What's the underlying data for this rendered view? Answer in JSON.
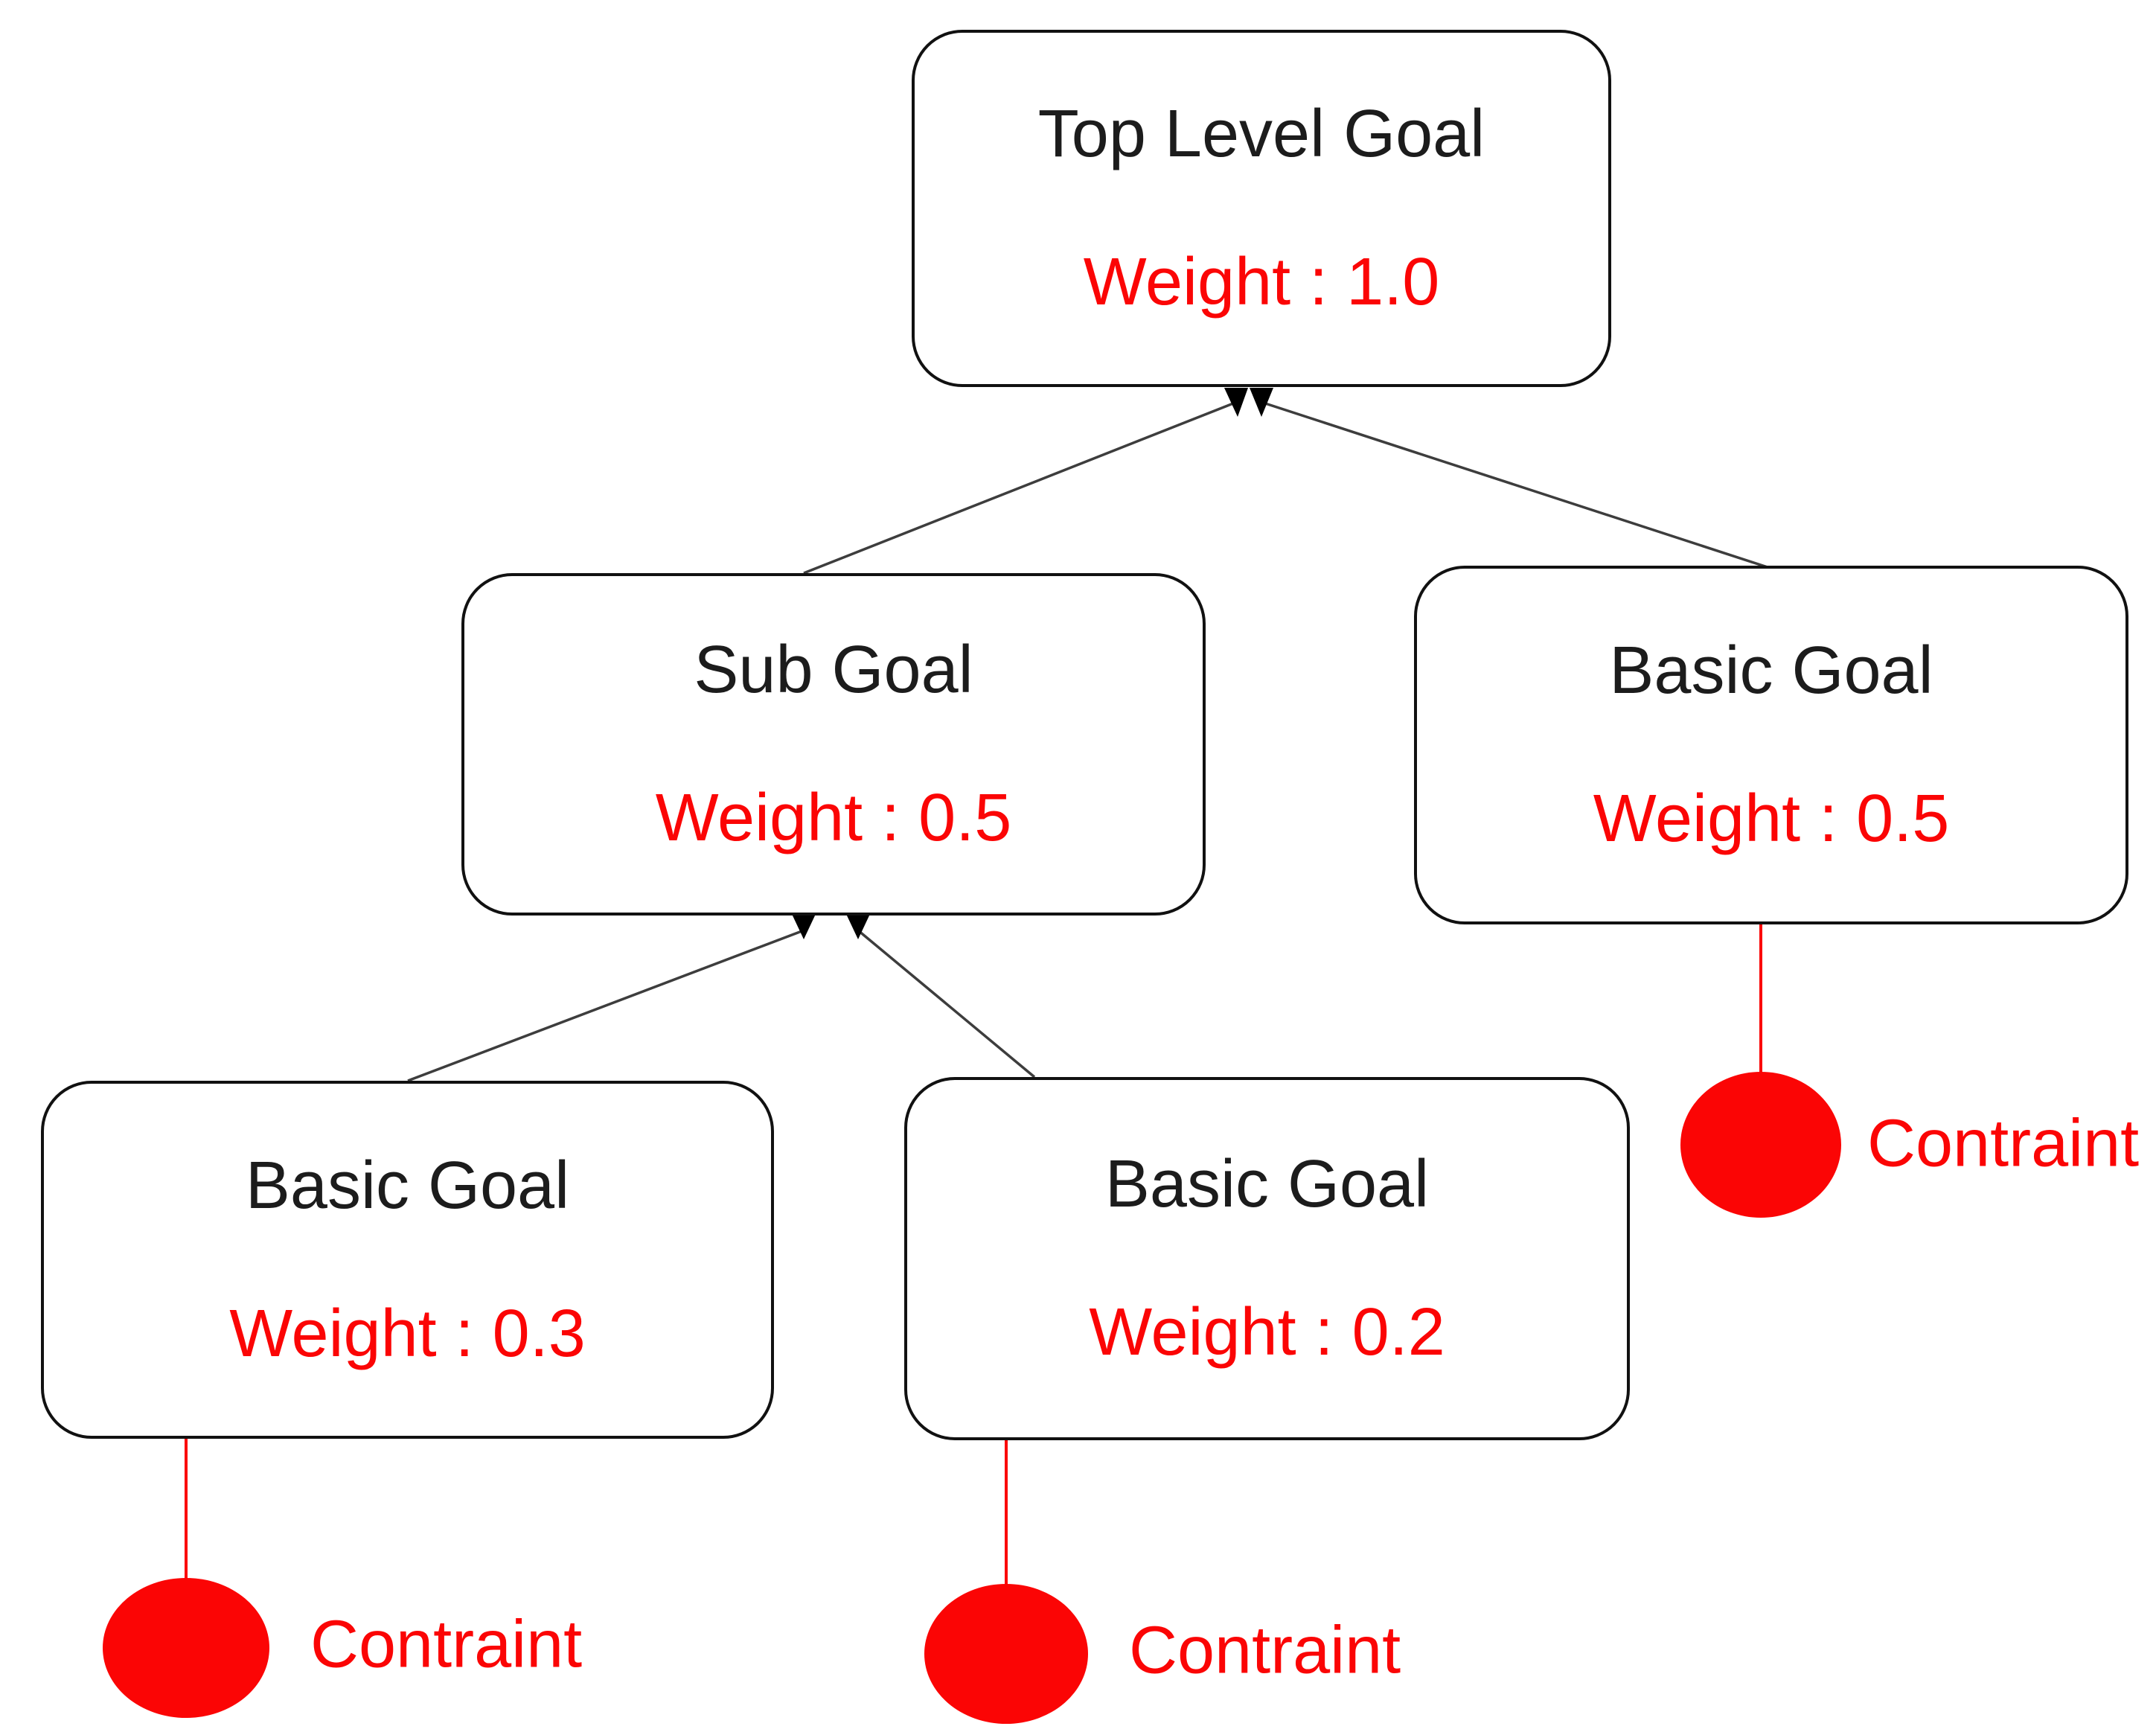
{
  "diagram": {
    "type": "goal-model-tree",
    "background": "#ffffff",
    "colors": {
      "node_border": "#111111",
      "node_title_text": "#1c1c1c",
      "weight_text": "#fb0505",
      "constraint_red": "#fb0505",
      "edge_line": "#3d3d3d",
      "arrowhead": "#000000"
    },
    "nodes": [
      {
        "id": "top-level-goal",
        "title": "Top Level Goal",
        "weight_label": "Weight : 1.0"
      },
      {
        "id": "sub-goal",
        "title": "Sub Goal",
        "weight_label": "Weight : 0.5"
      },
      {
        "id": "basic-goal-right",
        "title": "Basic Goal",
        "weight_label": "Weight : 0.5"
      },
      {
        "id": "basic-goal-left",
        "title": "Basic Goal",
        "weight_label": "Weight : 0.3"
      },
      {
        "id": "basic-goal-middle",
        "title": "Basic Goal",
        "weight_label": "Weight : 0.2"
      }
    ],
    "edges": [
      {
        "from": "sub-goal",
        "to": "top-level-goal",
        "style": "black-line-arrowhead-at-parent"
      },
      {
        "from": "basic-goal-right",
        "to": "top-level-goal",
        "style": "black-line-arrowhead-at-parent"
      },
      {
        "from": "basic-goal-left",
        "to": "sub-goal",
        "style": "black-line-arrowhead-at-parent"
      },
      {
        "from": "basic-goal-middle",
        "to": "sub-goal",
        "style": "black-line-arrowhead-at-parent"
      }
    ],
    "constraints": [
      {
        "id": "constraint-left",
        "label": "Contraint",
        "attached_to": "basic-goal-left",
        "shape": "red-filled-ellipse"
      },
      {
        "id": "constraint-middle",
        "label": "Contraint",
        "attached_to": "basic-goal-middle",
        "shape": "red-filled-ellipse"
      },
      {
        "id": "constraint-right",
        "label": "Contraint",
        "attached_to": "basic-goal-right",
        "shape": "red-filled-ellipse"
      }
    ]
  }
}
